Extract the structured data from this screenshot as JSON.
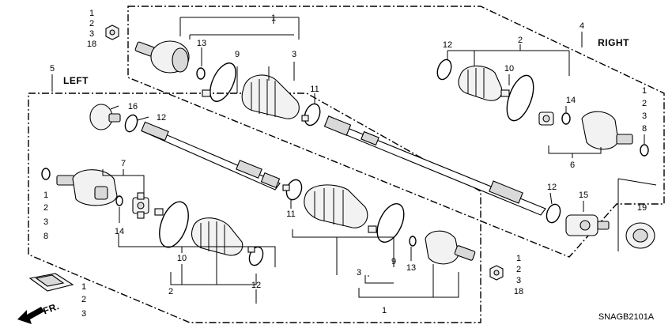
{
  "diagram": {
    "right_heading": "RIGHT",
    "left_heading": "LEFT",
    "front_arrow_label": "FR.",
    "drawing_code": "SNAGB2101A",
    "callouts": {
      "c1_top": "1",
      "c3_top": "3",
      "c4": "4",
      "c5": "5",
      "c13_top": "13",
      "c9_top": "9",
      "c11_top": "11",
      "c2_right": "2",
      "c12_right": "12",
      "c10_right": "10",
      "c14_right": "14",
      "c6": "6",
      "c16": "16",
      "c12_left_top": "12",
      "c7": "7",
      "c14_left": "14",
      "c10_left": "10",
      "c2_left": "2",
      "c12_left_bottom": "12",
      "c11_mid": "11",
      "c12_mid_right": "12",
      "c15": "15",
      "c19": "19",
      "c9_bottom": "9",
      "c13_bottom": "13",
      "c3_bottom": "3",
      "c1_bottom": "1"
    },
    "stacks": {
      "nut_top": [
        "1",
        "2",
        "3",
        "18"
      ],
      "ring_right": [
        "1",
        "2",
        "3",
        "8"
      ],
      "ring_left": [
        "1",
        "2",
        "3",
        "8"
      ],
      "nut_bottom": [
        "1",
        "2",
        "3",
        "18"
      ],
      "boot_kit": [
        "1",
        "2",
        "3"
      ]
    }
  }
}
